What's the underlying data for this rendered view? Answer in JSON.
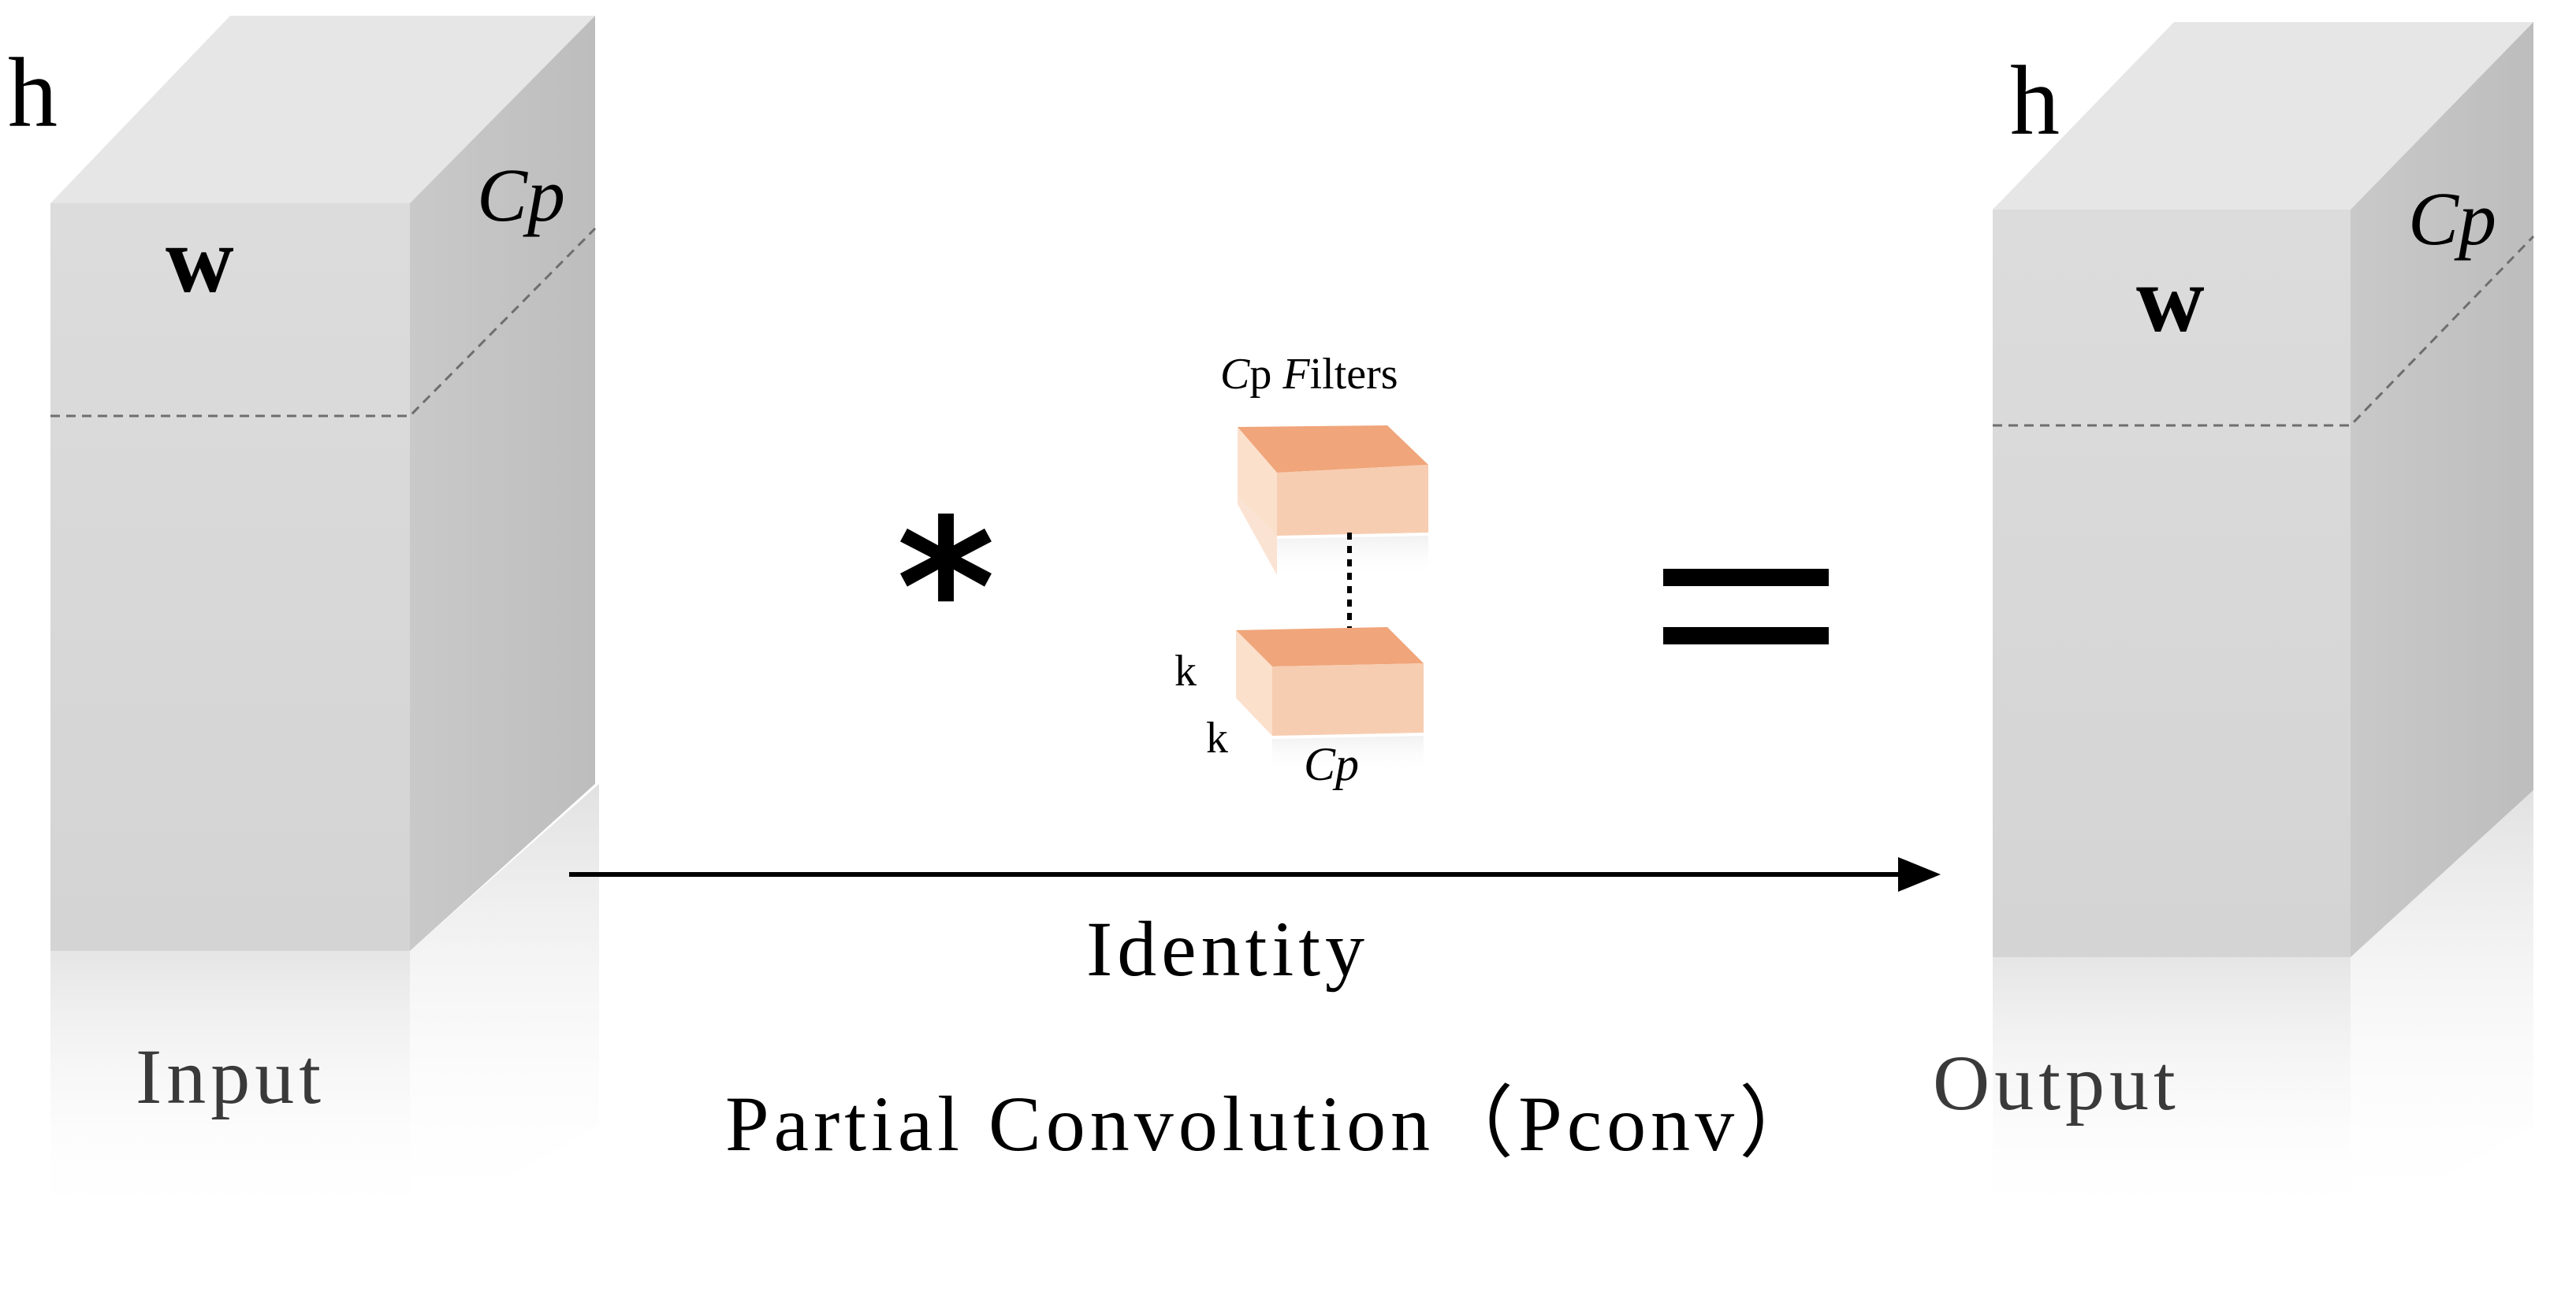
{
  "input_block": {
    "h_label": "h",
    "w_label": "w",
    "cp_label": "Cp",
    "caption": "Input"
  },
  "output_block": {
    "h_label": "h",
    "w_label": "w",
    "cp_label": "Cp",
    "caption": "Output"
  },
  "operator_convolve": "*",
  "operator_equals": "=",
  "filters": {
    "title_cp": "C",
    "title_p": "p ",
    "title_f": "F",
    "title_rest": "ilters",
    "k_label_1": "k",
    "k_label_2": "k",
    "cp_label": "Cp"
  },
  "identity_label": "Identity",
  "diagram_caption": "Partial Convolution（Pconv）",
  "colors": {
    "cube_front": "#d9d9d9",
    "cube_top": "#e6e6e6",
    "cube_side": "#c4c4c4",
    "filter_top": "#f0a57a",
    "filter_front": "#f7cdb1",
    "filter_side": "#fbe3d3"
  }
}
